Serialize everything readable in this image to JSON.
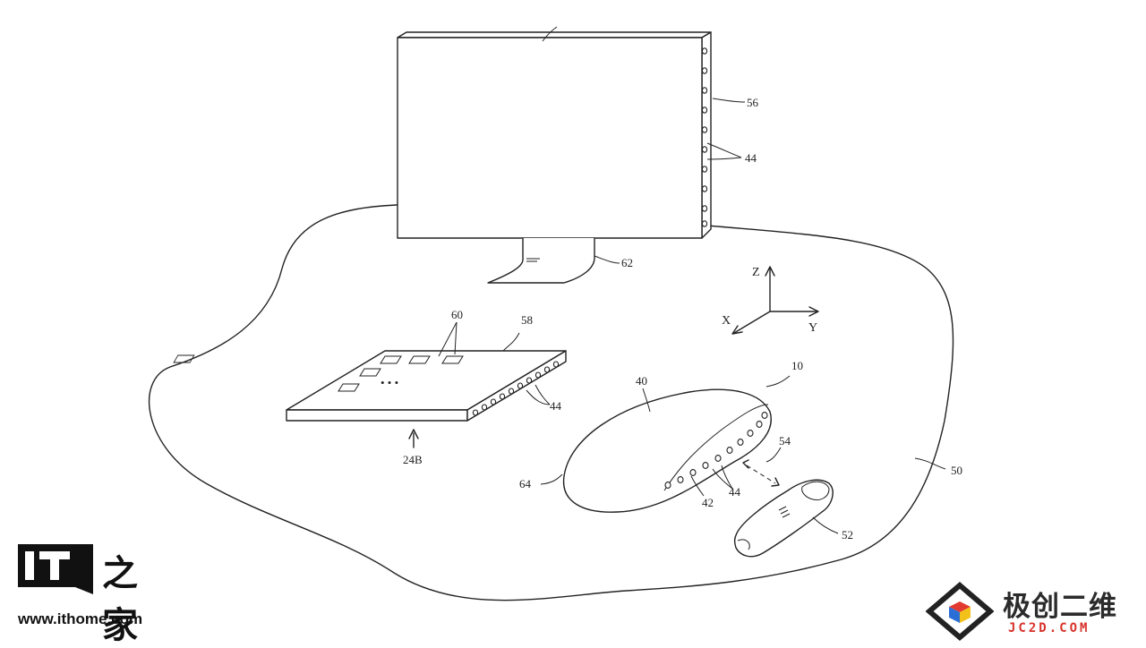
{
  "diagram": {
    "labels": {
      "monitor_top": "56",
      "monitor_leds": "44",
      "stand": "62",
      "keyboard_keys": "60",
      "keyboard_edge": "58",
      "keyboard_leds": "44",
      "keyboard_ref": "24B",
      "device_top": "40",
      "device_ref": "10",
      "device_beam": "54",
      "device_end": "64",
      "device_sensor": "42",
      "device_leds": "44",
      "finger": "52",
      "surface": "50"
    },
    "axes": {
      "z": "Z",
      "x": "X",
      "y": "Y"
    },
    "keyboard_dots": "• • •"
  },
  "watermarks": {
    "ithome": {
      "logo": "IT",
      "chars": "之家",
      "url": "www.ithome.com"
    },
    "jc2d": {
      "chars": "极创二维",
      "url": "JC2D.COM"
    }
  }
}
